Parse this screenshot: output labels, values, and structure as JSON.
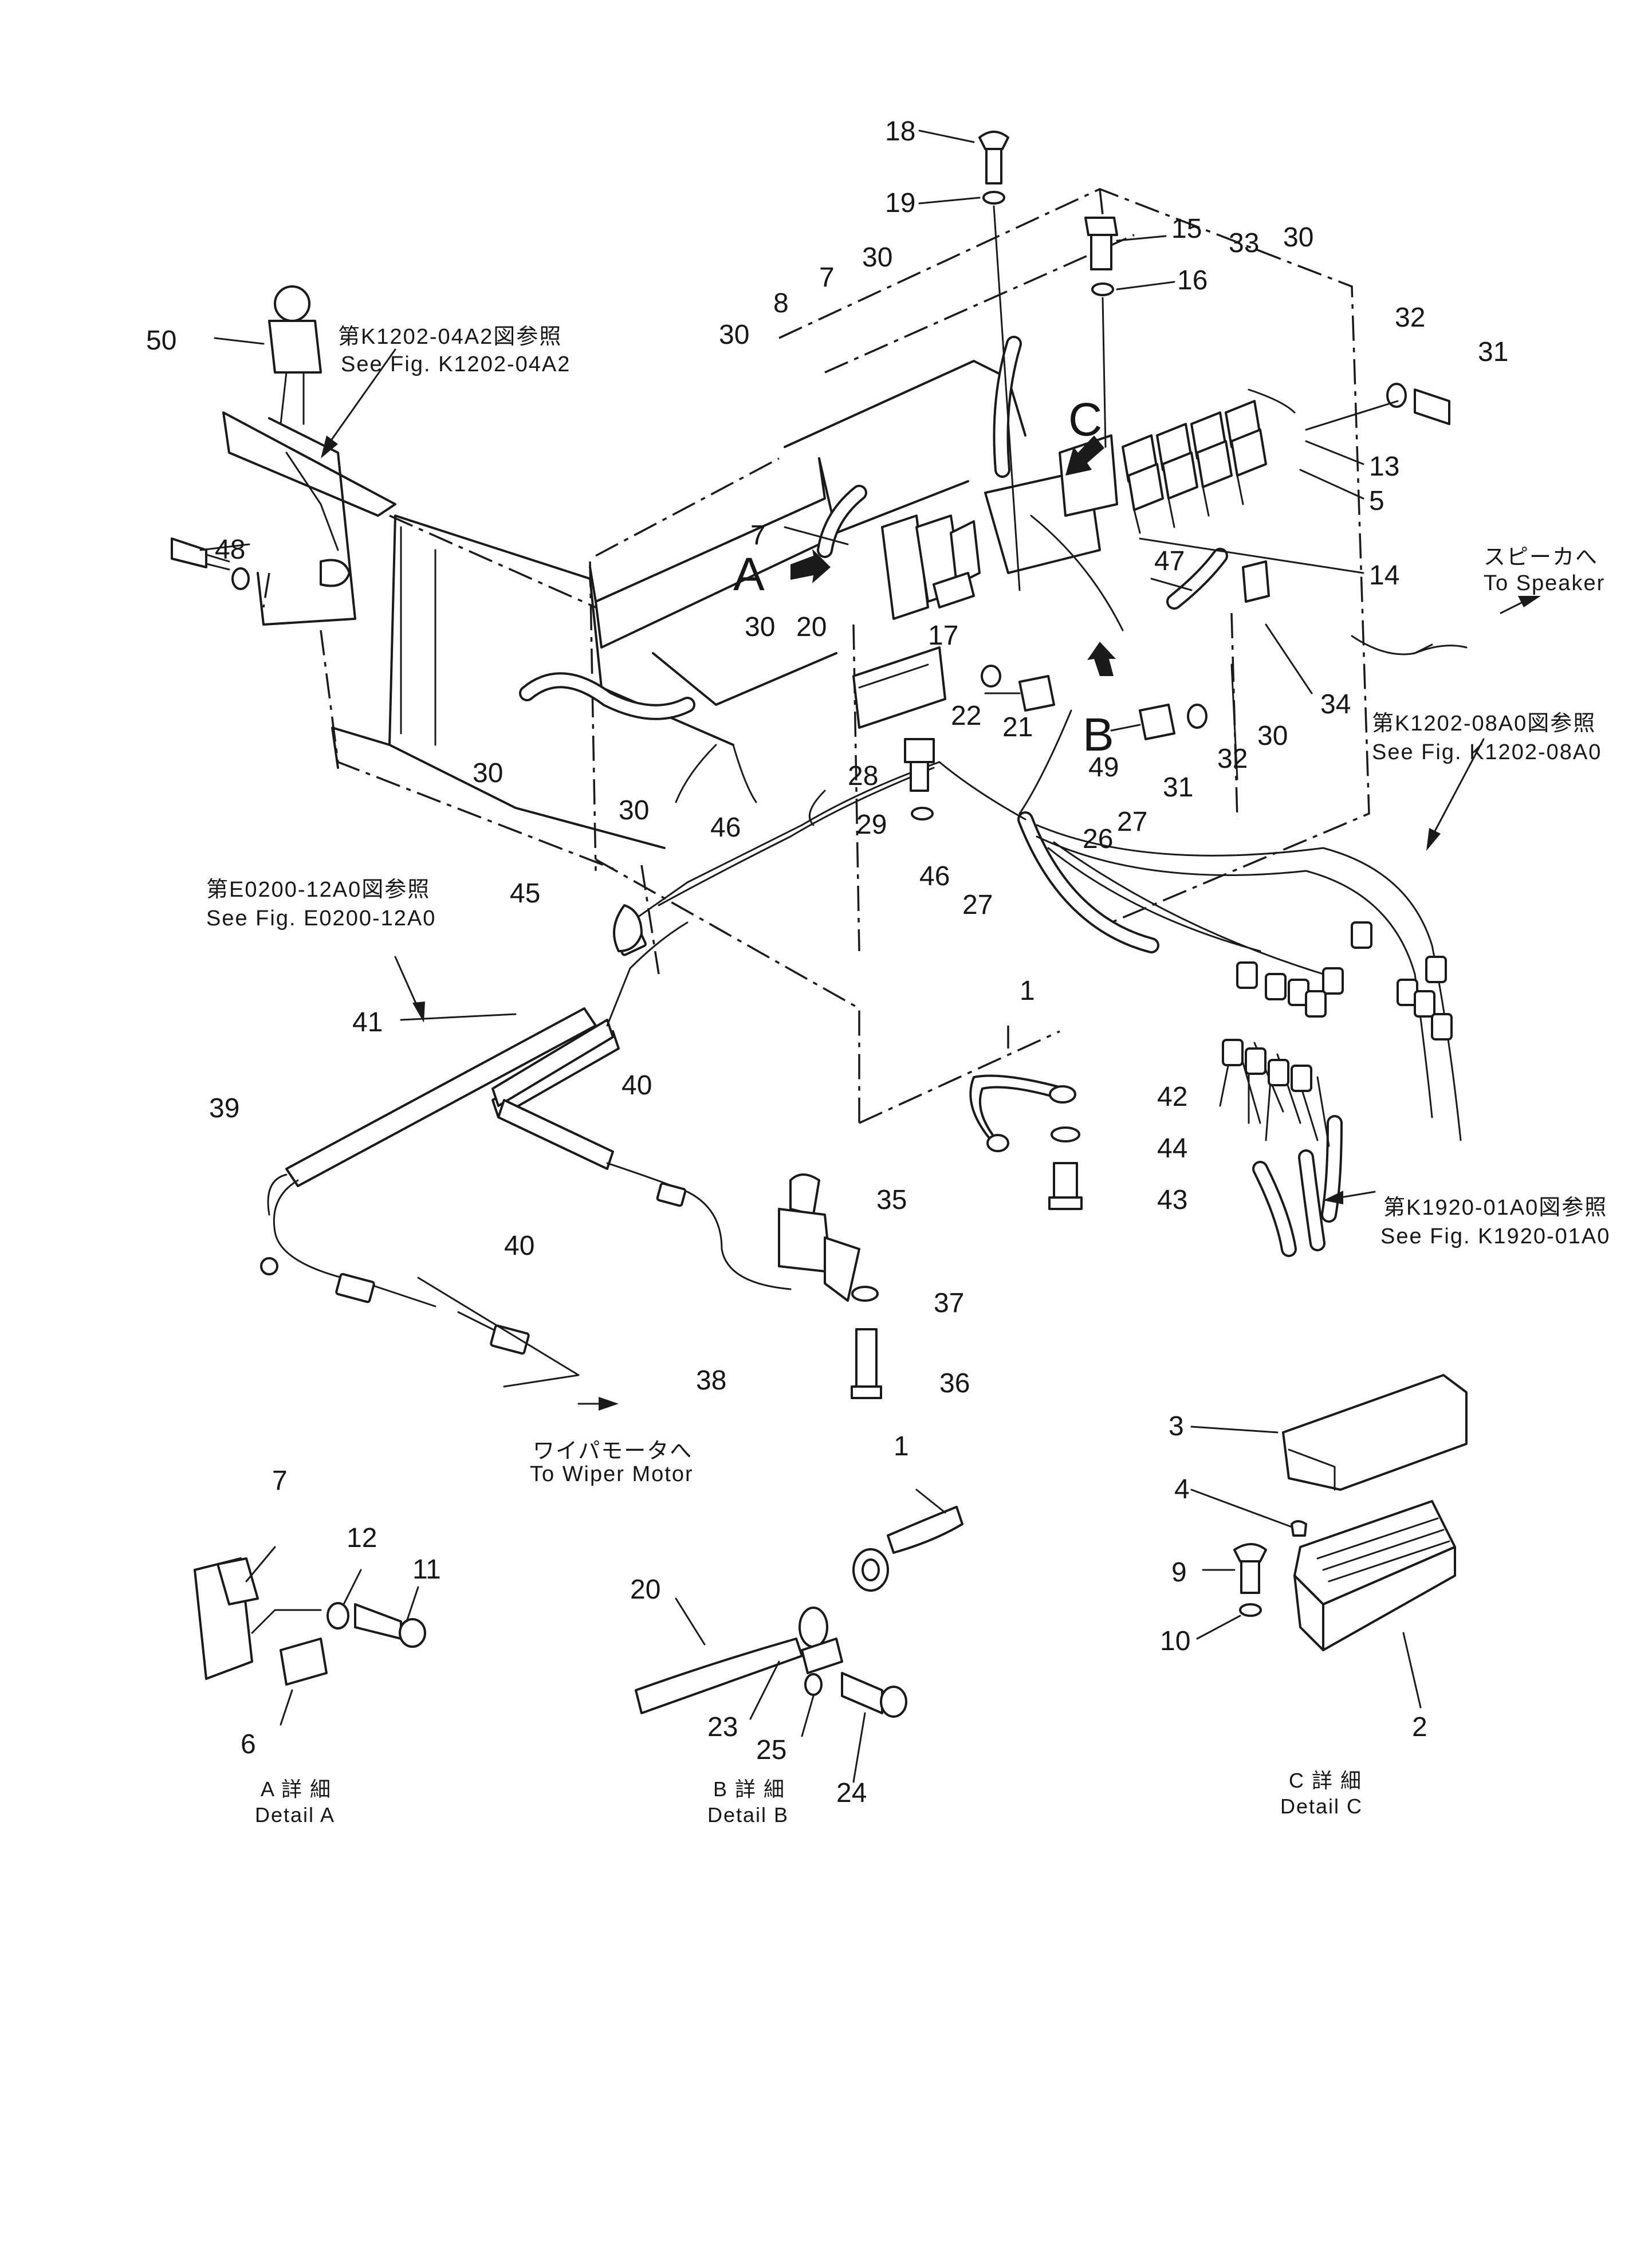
{
  "callouts": {
    "n1": "1",
    "n1b": "1",
    "n2": "2",
    "n3": "3",
    "n4": "4",
    "n5": "5",
    "n6": "6",
    "n7a": "7",
    "n7b": "7",
    "n7c": "7",
    "n8": "8",
    "n9": "9",
    "n10": "10",
    "n11": "11",
    "n12": "12",
    "n13": "13",
    "n14": "14",
    "n15": "15",
    "n16": "16",
    "n17": "17",
    "n18": "18",
    "n19": "19",
    "n20a": "20",
    "n20b": "20",
    "n21": "21",
    "n22": "22",
    "n23": "23",
    "n24": "24",
    "n25": "25",
    "n26": "26",
    "n27a": "27",
    "n27b": "27",
    "n28": "28",
    "n29": "29",
    "n30a": "30",
    "n30b": "30",
    "n30c": "30",
    "n30d": "30",
    "n30e": "30",
    "n30f": "30",
    "n30g": "30",
    "n31a": "31",
    "n31b": "31",
    "n32a": "32",
    "n32b": "32",
    "n33": "33",
    "n34": "34",
    "n35": "35",
    "n36": "36",
    "n37": "37",
    "n38": "38",
    "n39": "39",
    "n40a": "40",
    "n40b": "40",
    "n41": "41",
    "n42": "42",
    "n43": "43",
    "n44": "44",
    "n45": "45",
    "n46a": "46",
    "n46b": "46",
    "n47": "47",
    "n48": "48",
    "n49": "49",
    "n50": "50"
  },
  "view_letters": {
    "A": "A",
    "B": "B",
    "C": "C"
  },
  "references": {
    "k1202_04a2_jp": "第K1202-04A2図参照",
    "k1202_04a2_en": "See  Fig.  K1202-04A2",
    "k1202_08a0_jp": "第K1202-08A0図参照",
    "k1202_08a0_en": "See  Fig.  K1202-08A0",
    "e0200_12a0_jp": "第E0200-12A0図参照",
    "e0200_12a0_en": "See  Fig.  E0200-12A0",
    "k1920_01a0_jp": "第K1920-01A0図参照",
    "k1920_01a0_en": "See  Fig.  K1920-01A0"
  },
  "destinations": {
    "speaker_jp": "スピーカへ",
    "speaker_en": "To  Speaker",
    "wiper_jp": "ワイパモータへ",
    "wiper_en": "To  Wiper  Motor"
  },
  "details": {
    "a_jp": "A  詳  細",
    "a_en": "Detail  A",
    "b_jp": "B  詳  細",
    "b_en": "Detail  B",
    "c_jp": "C  詳  細",
    "c_en": "Detail  C"
  }
}
